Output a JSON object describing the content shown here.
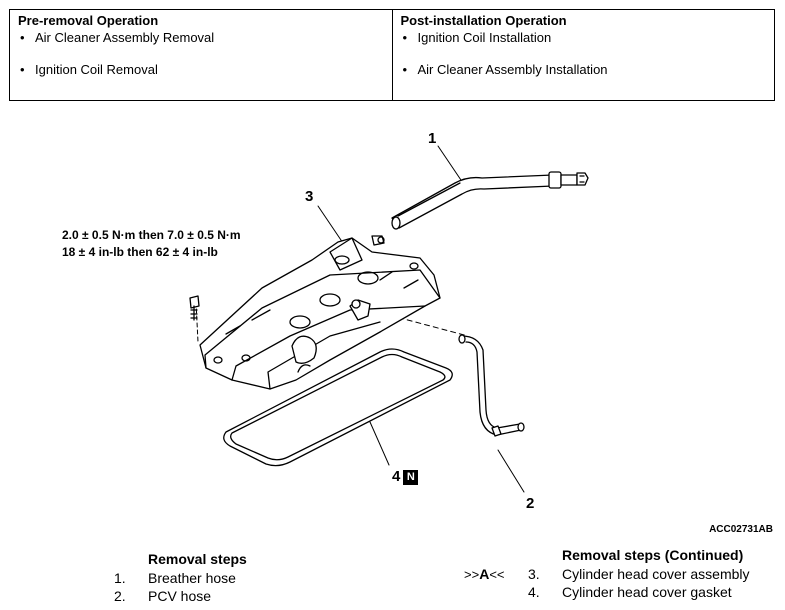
{
  "operations": {
    "pre": {
      "title": "Pre-removal Operation",
      "items": [
        "Air Cleaner Assembly Removal",
        "Ignition Coil Removal"
      ]
    },
    "post": {
      "title": "Post-installation Operation",
      "items": [
        "Ignition Coil Installation",
        "Air Cleaner Assembly Installation"
      ]
    }
  },
  "figure": {
    "callouts": [
      "1",
      "2",
      "3",
      "4"
    ],
    "replace_badge": "N",
    "torque_line1": "2.0 ± 0.5 N·m then 7.0 ± 0.5 N·m",
    "torque_line2": "18 ± 4 in-lb then 62 ± 4 in-lb",
    "figure_id": "ACC02731AB"
  },
  "removal_steps": {
    "left": {
      "title": "Removal steps",
      "steps": [
        {
          "num": "1.",
          "text": "Breather hose"
        },
        {
          "num": "2.",
          "text": "PCV hose"
        }
      ]
    },
    "right": {
      "title": "Removal steps (Continued)",
      "steps": [
        {
          "mark_prefix": ">>",
          "mark_letter": "A",
          "mark_suffix": "<<",
          "num": "3.",
          "text": "Cylinder head cover assembly"
        },
        {
          "mark_prefix": "",
          "mark_letter": "",
          "mark_suffix": "",
          "num": "4.",
          "text": "Cylinder head cover gasket"
        }
      ]
    }
  }
}
